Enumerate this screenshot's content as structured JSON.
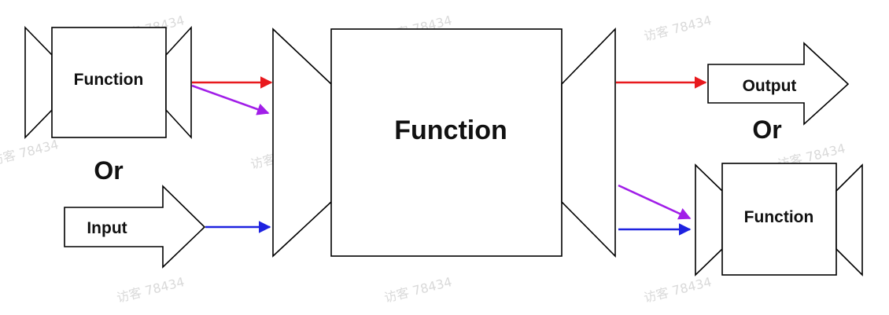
{
  "labels": {
    "left_function": "Function",
    "left_or": "Or",
    "input": "Input",
    "center_function": "Function",
    "output": "Output",
    "right_or": "Or",
    "right_function": "Function"
  },
  "watermark": "访客 78434",
  "colors": {
    "red_arrow": "#e8191d",
    "purple_arrow": "#a11ee8",
    "blue_arrow": "#1e22e0",
    "outline": "#000000"
  }
}
